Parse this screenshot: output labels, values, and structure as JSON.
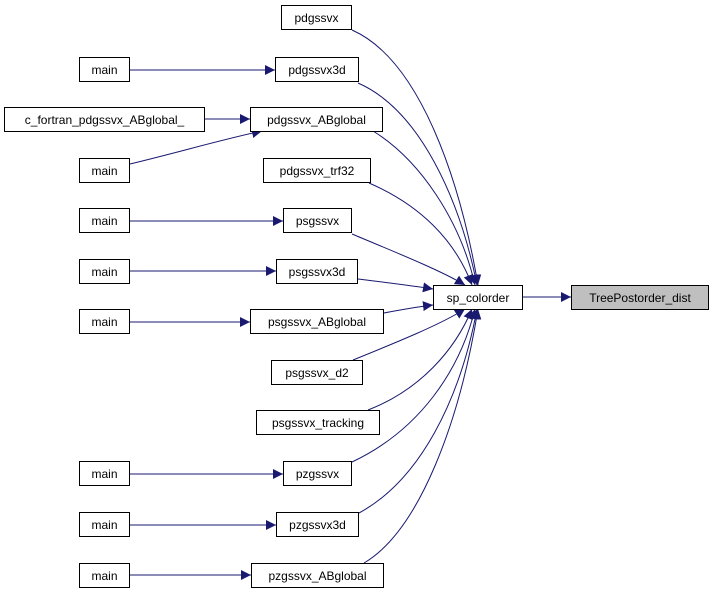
{
  "graph": {
    "root": "TreePostorder_dist",
    "center": "sp_colorder",
    "callers": {
      "pdgssvx": "pdgssvx",
      "pdgssvx3d": "pdgssvx3d",
      "pdgssvx_ABglobal": "pdgssvx_ABglobal",
      "pdgssvx_trf32": "pdgssvx_trf32",
      "psgssvx": "psgssvx",
      "psgssvx3d": "psgssvx3d",
      "psgssvx_ABglobal": "psgssvx_ABglobal",
      "psgssvx_d2": "psgssvx_d2",
      "psgssvx_tracking": "psgssvx_tracking",
      "pzgssvx": "pzgssvx",
      "pzgssvx3d": "pzgssvx3d",
      "pzgssvx_ABglobal": "pzgssvx_ABglobal"
    },
    "outer": {
      "main_pdgssvx3d": "main",
      "c_fortran_pdgssvx_ABglobal": "c_fortran_pdgssvx_ABglobal_",
      "main_pdgssvx_ABglobal": "main",
      "main_psgssvx": "main",
      "main_psgssvx3d": "main",
      "main_psgssvx_ABglobal": "main",
      "main_pzgssvx": "main",
      "main_pzgssvx3d": "main",
      "main_pzgssvx_ABglobal": "main"
    },
    "edge_color": "#191970",
    "root_fill": "#bfbfbf"
  }
}
